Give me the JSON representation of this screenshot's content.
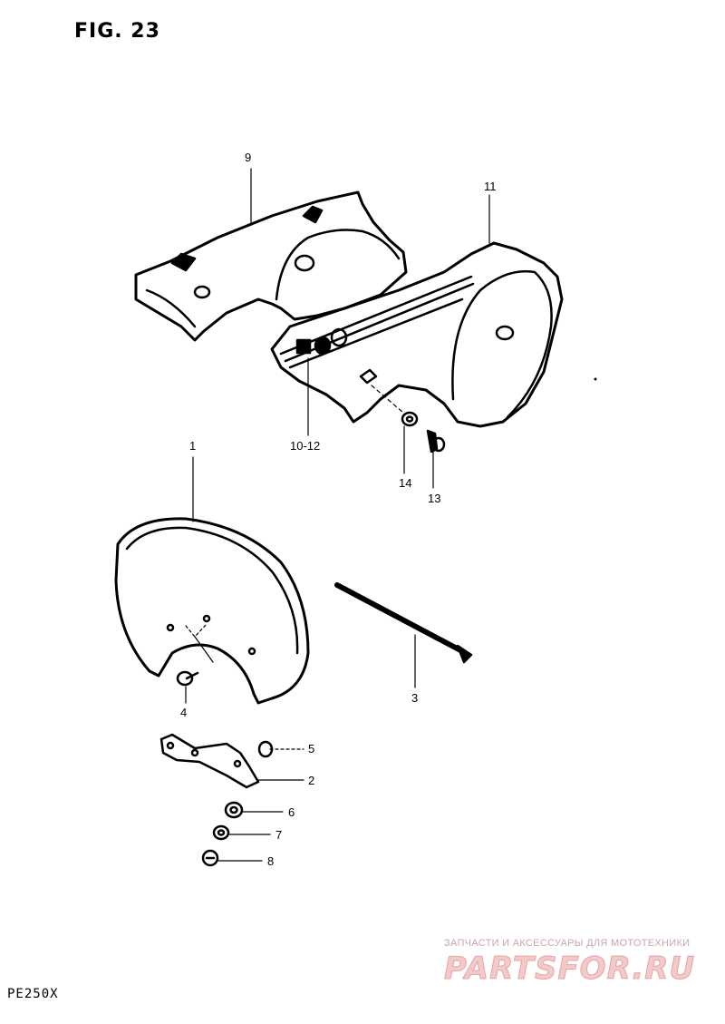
{
  "title": "FIG. 23",
  "model": "PE250X",
  "callouts": {
    "c1": "1",
    "c2": "2",
    "c3": "3",
    "c4": "4",
    "c5": "5",
    "c6": "6",
    "c7": "7",
    "c8": "8",
    "c9": "9",
    "c10_12": "10-12",
    "c11": "11",
    "c13": "13",
    "c14": "14"
  },
  "watermark": {
    "tagline": "ЗАПЧАСТИ И АКСЕССУАРЫ ДЛЯ МОТОТЕХНИКИ",
    "brand": "PARTSFOR.RU"
  }
}
